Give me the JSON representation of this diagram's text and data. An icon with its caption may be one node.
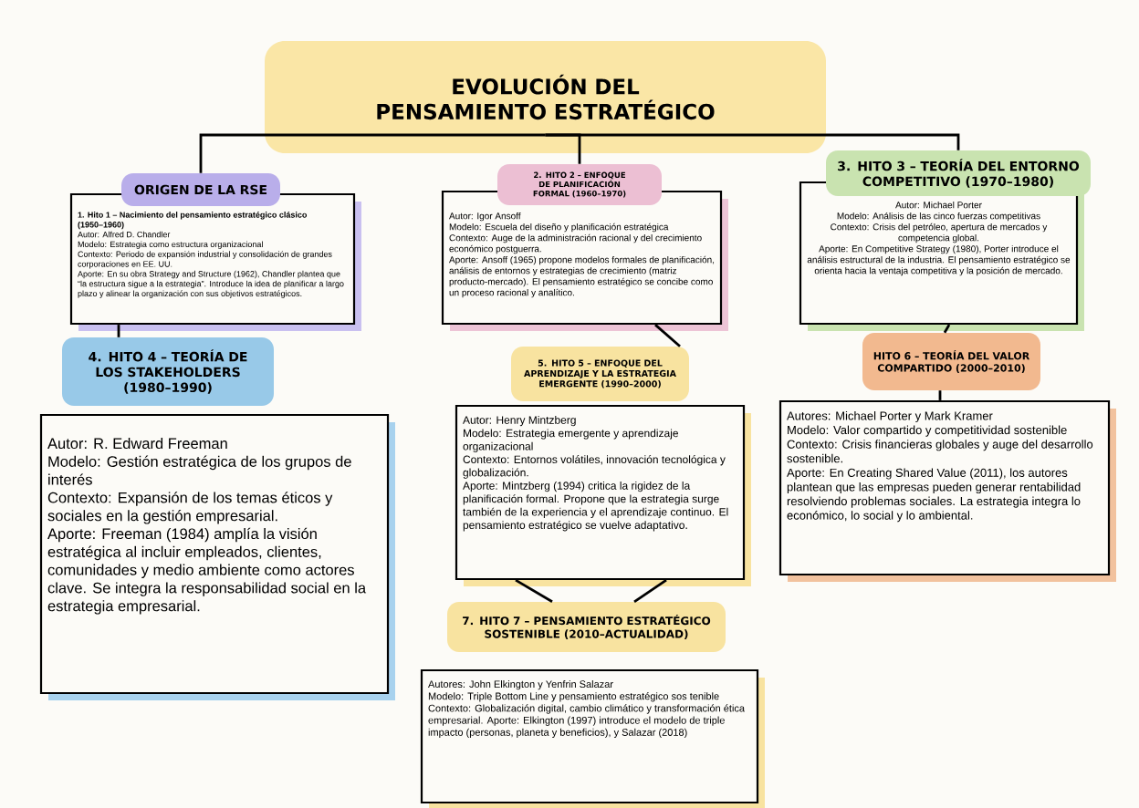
{
  "diagram": {
    "nodes": [
      {
        "text": [
          "EVOLUCIÓN DEL PENSAMIENTO ESTRATÉGICO"
        ]
      },
      {
        "text": [
          "ORIGEN DE LA RSE"
        ]
      },
      {
        "text": [
          "1. Hito 1 – Nacimiento del pensamiento estratégico clásico (1950–1960)",
          "Autor: Alfred D. Chandler",
          "Modelo: Estrategia como estructura organizacional",
          "Contexto: Periodo de expansión industrial y consolidación de grandes corporaciones en EE. UU.",
          "Aporte: En su obra Strategy and Structure (1962), Chandler plantea que “la estructura sigue a la estrategia”. Introduce la idea de planificar a largo plazo y alinear la organización con sus objetivos estratégicos."
        ]
      },
      {
        "text": [
          "2. HITO 2 – ENFOQUE DE PLANIFICACIÓN FORMAL (1960–1970)"
        ]
      },
      {
        "text": [
          "Autor: Igor Ansoff",
          "Modelo: Escuela del diseño y planificación estratégica",
          "Contexto: Auge de la administración racional y del crecimiento económico postguerra.",
          "Aporte: Ansoff (1965) propone modelos formales de planificación, análisis de entornos y estrategias de crecimiento (matriz producto-mercado). El pensamiento estratégico se concibe como un proceso racional y analítico."
        ]
      },
      {
        "text": [
          "3. HITO 3 – TEORÍA DEL ENTORNO COMPETITIVO (1970–1980)"
        ]
      },
      {
        "text": [
          "Autor: Michael Porter",
          "Modelo: Análisis de las cinco fuerzas competitivas",
          "Contexto: Crisis del petróleo, apertura de mercados y competencia global.",
          "Aporte: En Competitive Strategy (1980), Porter introduce el análisis estructural de la industria. El pensamiento estratégico se orienta hacia la ventaja competitiva y la posición de mercado."
        ]
      },
      {
        "text": [
          "4. HITO 4 – TEORÍA DE LOS STAKEHOLDERS (1980–1990)"
        ]
      },
      {
        "text": [
          "Autor: R. Edward Freeman",
          "Modelo: Gestión estratégica de los grupos de interés",
          "Contexto: Expansión de los temas éticos y sociales en la gestión empresarial.",
          "Aporte: Freeman (1984) amplía la visión estratégica al incluir empleados, clientes, comunidades y medio ambiente como actores clave. Se integra la responsabilidad social en la estrategia empresarial."
        ]
      },
      {
        "text": [
          "5. HITO 5 – ENFOQUE DEL APRENDIZAJE Y LA ESTRATEGIA EMERGENTE (1990–2000)"
        ]
      },
      {
        "text": [
          "Autor: Henry Mintzberg",
          "Modelo: Estrategia emergente y aprendizaje organizacional",
          "Contexto: Entornos volátiles, innovación tecnológica y globalización.",
          "Aporte: Mintzberg (1994) critica la rigidez de la planificación formal. Propone que la estrategia surge también de la experiencia y el aprendizaje continuo. El pensamiento estratégico se vuelve adaptativo."
        ]
      },
      {
        "text": [
          "HITO 6 – TEORÍA DEL VALOR COMPARTIDO (2000–2010)"
        ]
      },
      {
        "text": [
          "Autores: Michael Porter y Mark Kramer",
          "Modelo: Valor compartido y competitividad sostenible",
          "Contexto: Crisis financieras globales y auge del desarrollo sostenible.",
          "Aporte: En Creating Shared Value (2011), los autores plantean que las empresas pueden generar rentabilidad resolviendo problemas sociales. La estrategia integra lo económico, lo social y lo ambiental."
        ]
      },
      {
        "text": [
          "7. HITO 7 – PENSAMIENTO ESTRATÉGICO SOSTENIBLE (2010–ACTUALIDAD)"
        ]
      },
      {
        "text": [
          "Autores: John Elkington y Yenfrin Salazar",
          "Modelo: Triple Bottom Line y pensamiento estratégico sos tenible",
          "Contexto: Globalización digital, cambio climático y transformación ética empresarial. Aporte: Elkington (1997) introduce el modelo de triple impacto (personas, planeta y beneficios), y Salazar (2018)"
        ]
      }
    ],
    "edges": [
      {
        "from": 0,
        "to": 1,
        "arrow": "none"
      },
      {
        "from": 0,
        "to": 3,
        "arrow": "none"
      },
      {
        "from": 0,
        "to": 5,
        "arrow": "none"
      },
      {
        "from": 2,
        "to": 7,
        "arrow": "none"
      },
      {
        "from": 4,
        "to": 9,
        "arrow": "none"
      },
      {
        "from": 6,
        "to": 11,
        "arrow": "none"
      },
      {
        "from": 11,
        "to": 12,
        "arrow": "none"
      },
      {
        "from": 10,
        "to": 13,
        "arrow": "none"
      },
      {
        "from": 10,
        "to": 13,
        "arrow": "none"
      }
    ]
  }
}
